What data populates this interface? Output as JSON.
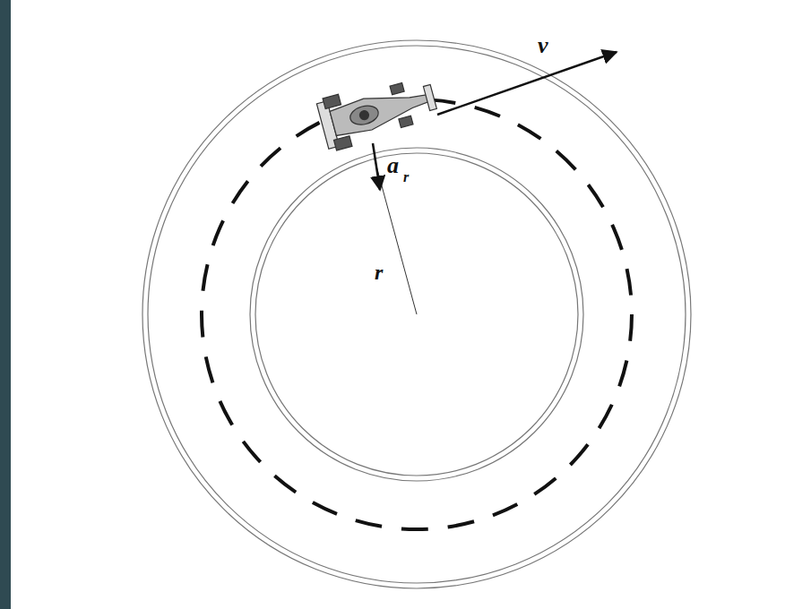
{
  "diagram": {
    "labels": [
      "v",
      "a",
      "r",
      "r"
    ]
  }
}
